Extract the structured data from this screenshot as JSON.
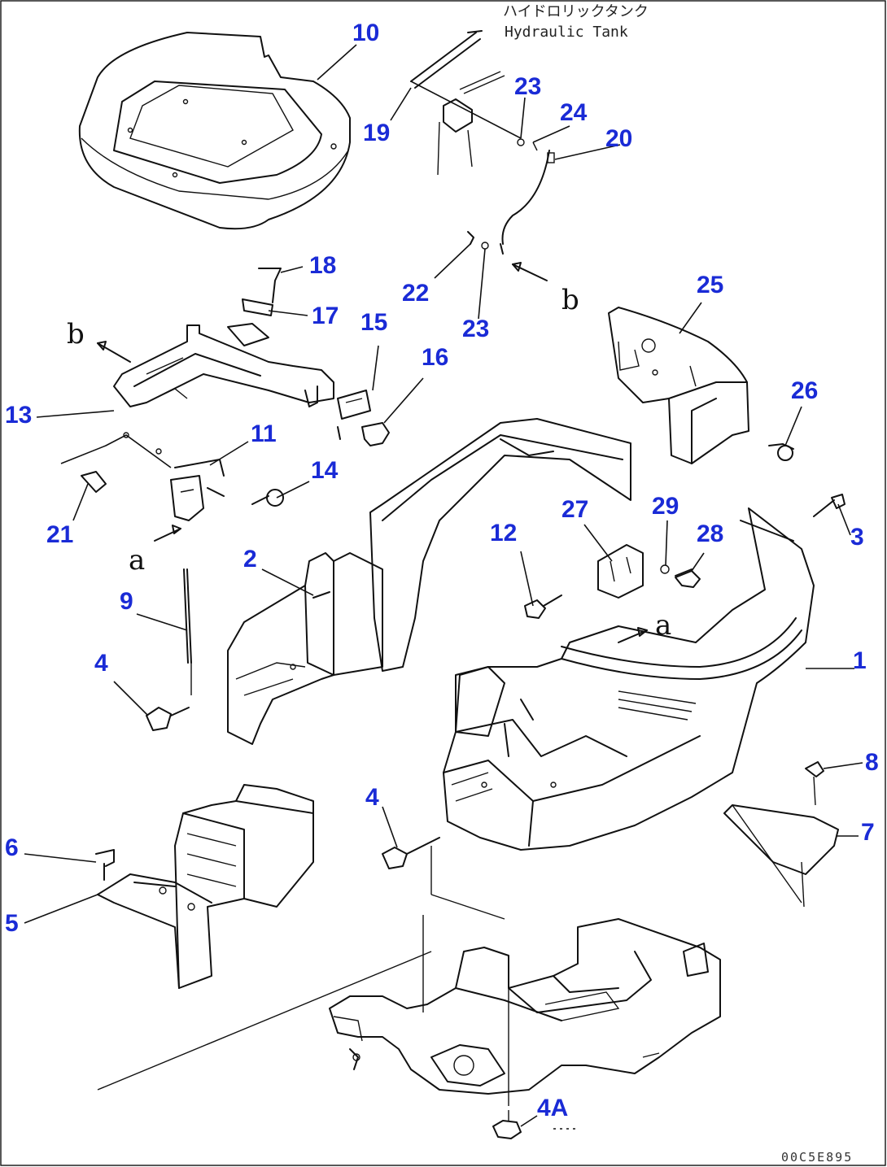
{
  "header_note": {
    "jp": "ハイドロリックタンク",
    "en": "Hydraulic Tank"
  },
  "drawing_code": "00C5E895",
  "callouts": {
    "p1": "1",
    "p2": "2",
    "p3": "3",
    "p4a": "4",
    "p4b": "4",
    "p4A": "4A",
    "p5": "5",
    "p6": "6",
    "p7": "7",
    "p8": "8",
    "p9": "9",
    "p10": "10",
    "p11": "11",
    "p12": "12",
    "p13": "13",
    "p14": "14",
    "p15": "15",
    "p16": "16",
    "p17": "17",
    "p18": "18",
    "p19": "19",
    "p20": "20",
    "p21": "21",
    "p22": "22",
    "p23a": "23",
    "p23b": "23",
    "p24": "24",
    "p25": "25",
    "p26": "26",
    "p27": "27",
    "p28": "28",
    "p29": "29"
  },
  "view_refs": {
    "a1": "a",
    "a2": "a",
    "b1": "b",
    "b2": "b"
  },
  "colors": {
    "callout": "#1a2bd6",
    "line": "#111111"
  }
}
